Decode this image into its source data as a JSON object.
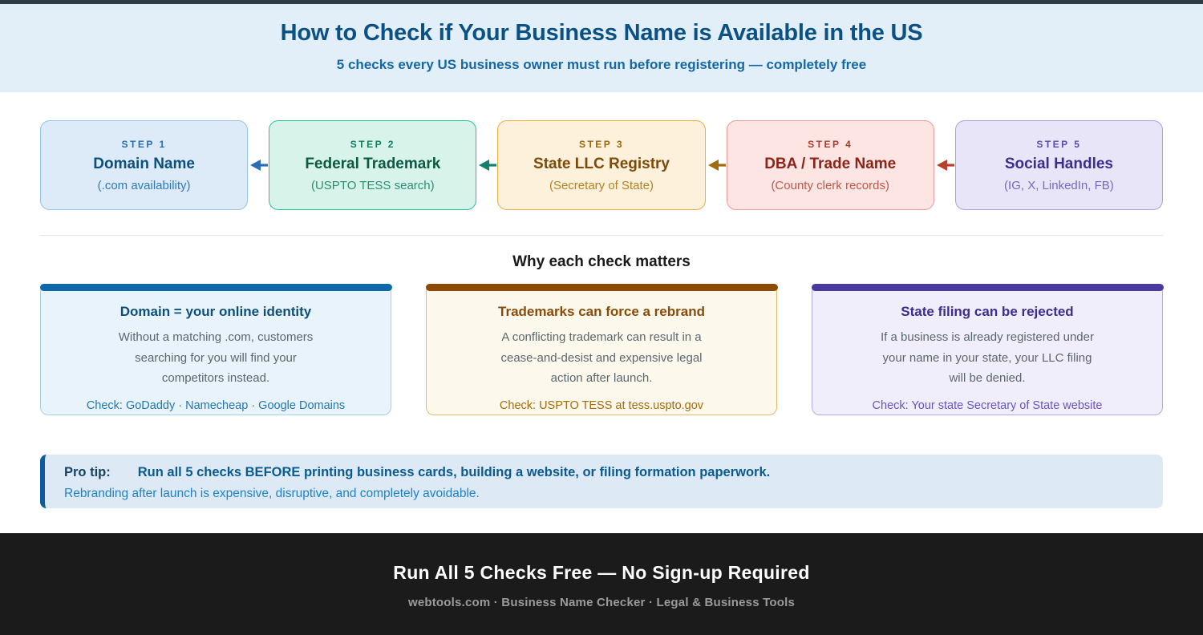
{
  "colors": {
    "top_bar": "#2e3d45",
    "header_bg": "#e2eef8",
    "header_title": "#0b5183",
    "header_subtitle": "#1568a6",
    "divider": "#e4e4e4",
    "why_body_text": "#5b6770",
    "pro_tip_bg": "#ddeaf6",
    "pro_tip_border": "#0d5c9e",
    "footer_bg": "#1b1b1b",
    "footer_subtitle": "#9b9b9b"
  },
  "header": {
    "title": "How to Check if Your Business Name is Available in the US",
    "subtitle": "5 checks every US business owner must run before registering — completely free"
  },
  "steps": [
    {
      "label": "STEP 1",
      "title": "Domain Name",
      "subtitle": "(.com availability)",
      "bg": "#dcebf7",
      "border": "#94c3e4",
      "accent": "#2a6db5"
    },
    {
      "label": "STEP 2",
      "title": "Federal Trademark",
      "subtitle": "(USPTO TESS search)",
      "bg": "#d8f3ea",
      "border": "#2bbfa0",
      "accent": "#12806a"
    },
    {
      "label": "STEP 3",
      "title": "State LLC Registry",
      "subtitle": "(Secretary of State)",
      "bg": "#fdf1dc",
      "border": "#edab49",
      "accent": "#a06a10"
    },
    {
      "label": "STEP 4",
      "title": "DBA / Trade Name",
      "subtitle": "(County clerk records)",
      "bg": "#fce5e3",
      "border": "#ef9a93",
      "accent": "#b8402a"
    },
    {
      "label": "STEP 5",
      "title": "Social Handles",
      "subtitle": "(IG, X, LinkedIn, FB)",
      "bg": "#e9e5f9",
      "border": "#aaa0e2",
      "accent": "#5a4cae"
    }
  ],
  "why": {
    "heading": "Why each check matters",
    "cards": [
      {
        "title": "Domain = your online identity",
        "body": "Without a matching .com, customers searching for you will find your competitors instead.",
        "check": "Check: GoDaddy · Namecheap · Google Domains",
        "bar": "#0e69aa",
        "bg": "#e9f3fb",
        "border": "#a8cfe8"
      },
      {
        "title": "Trademarks can force a rebrand",
        "body": "A conflicting trademark can result in a cease-and-desist and expensive legal action after launch.",
        "check": "Check: USPTO TESS at tess.uspto.gov",
        "bar": "#8c4a03",
        "bg": "#fdf8ec",
        "border": "#e5ba6b"
      },
      {
        "title": "State filing can be rejected",
        "body": "If a business is already registered under your name in your state, your LLC filing will be denied.",
        "check": "Check: Your state Secretary of State website",
        "bar": "#4a3aa0",
        "bg": "#f1eefb",
        "border": "#b4a9e6"
      }
    ]
  },
  "pro_tip": {
    "label": "Pro tip:",
    "headline": "Run all 5 checks BEFORE printing business cards, building a website, or filing formation paperwork.",
    "sub": "Rebranding after launch is expensive, disruptive, and completely avoidable."
  },
  "footer": {
    "title": "Run All 5 Checks Free — No Sign-up Required",
    "subtitle": "webtools.com · Business Name Checker · Legal & Business Tools"
  }
}
